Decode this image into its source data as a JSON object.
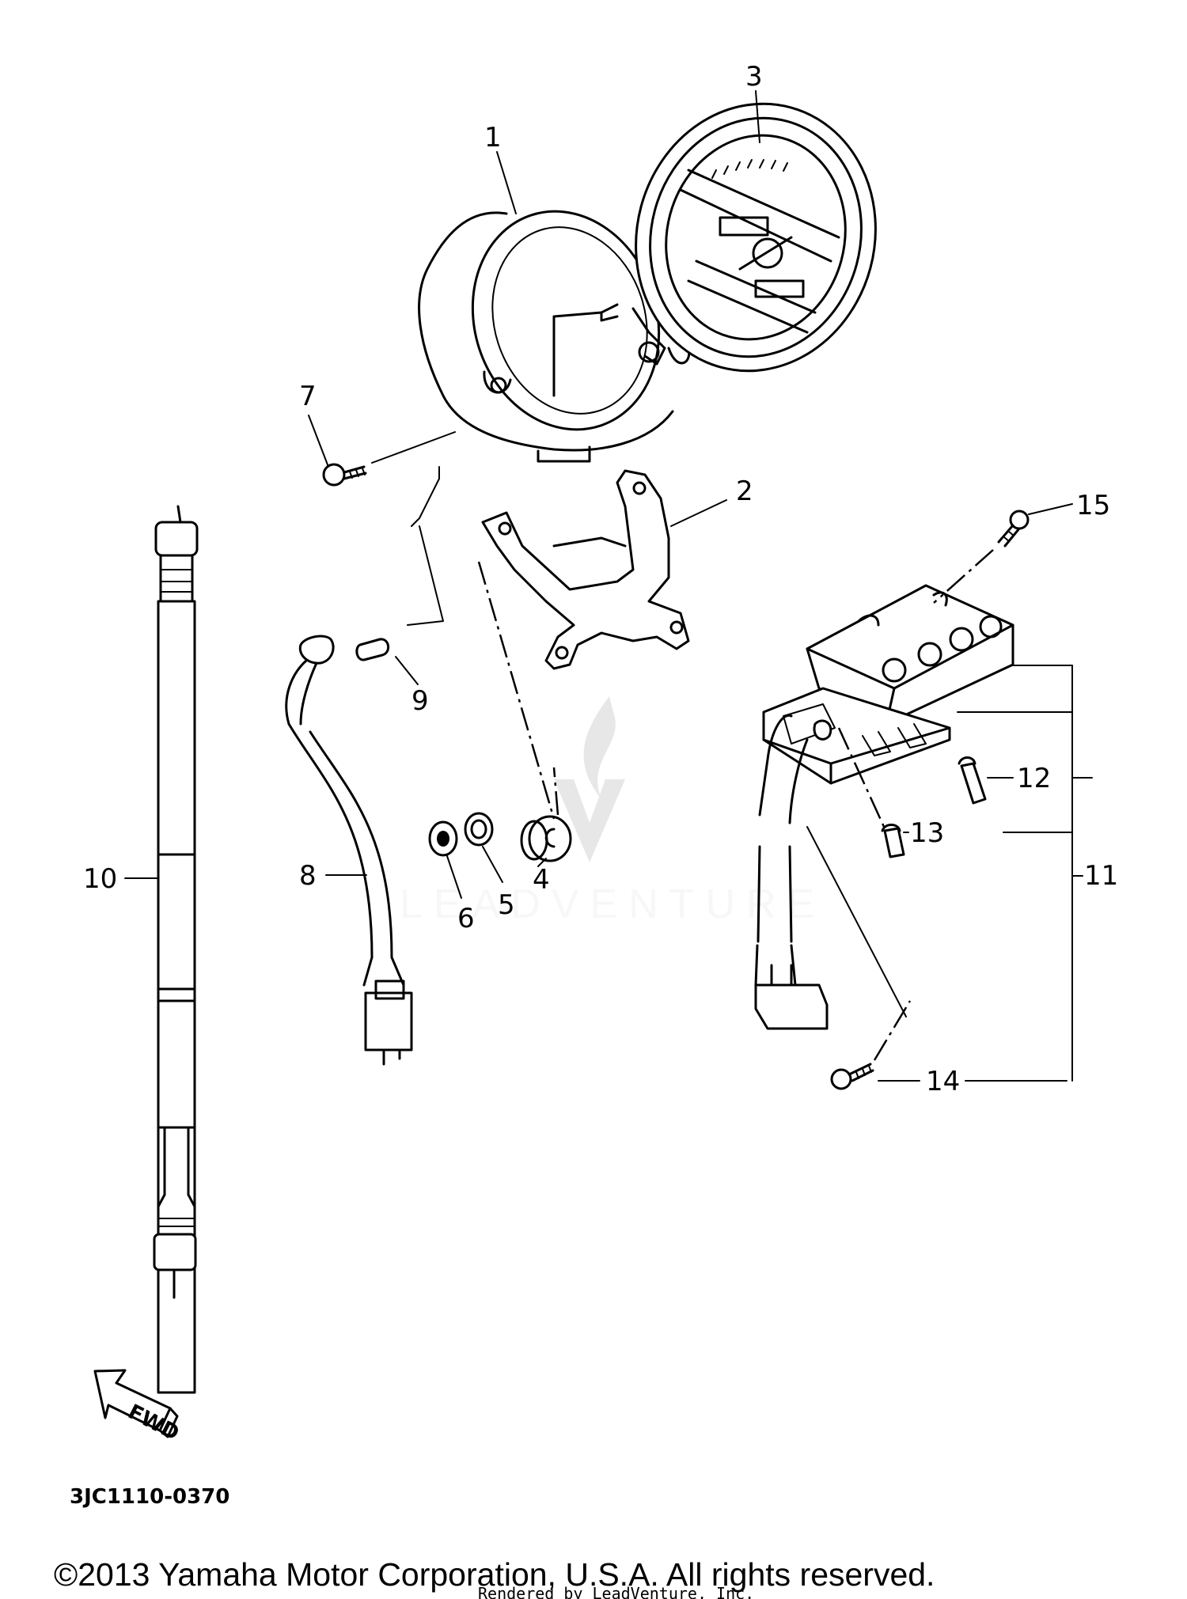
{
  "diagram": {
    "callouts": [
      {
        "id": "c1",
        "label": "1"
      },
      {
        "id": "c2",
        "label": "2"
      },
      {
        "id": "c3",
        "label": "3"
      },
      {
        "id": "c4",
        "label": "4"
      },
      {
        "id": "c5",
        "label": "5"
      },
      {
        "id": "c6",
        "label": "6"
      },
      {
        "id": "c7",
        "label": "7"
      },
      {
        "id": "c8",
        "label": "8"
      },
      {
        "id": "c9",
        "label": "9"
      },
      {
        "id": "c10",
        "label": "10"
      },
      {
        "id": "c11",
        "label": "11"
      },
      {
        "id": "c12",
        "label": "12"
      },
      {
        "id": "c13",
        "label": "13"
      },
      {
        "id": "c14",
        "label": "14"
      },
      {
        "id": "c15",
        "label": "15"
      }
    ],
    "fwd_label": "FWD",
    "drawing_code": "3JC1110-0370",
    "copyright": "©2013 Yamaha Motor Corporation, U.S.A. All rights reserved.",
    "rendered_by": "Rendered by LeadVenture, Inc.",
    "watermark": "LEADVENTURE"
  }
}
